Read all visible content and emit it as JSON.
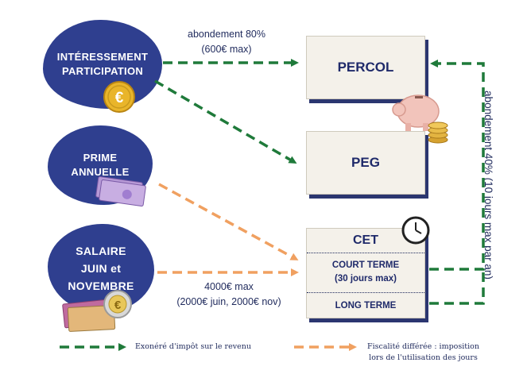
{
  "sources": {
    "interessement": {
      "line1": "INTÉRESSEMENT",
      "line2": "PARTICIPATION"
    },
    "prime": {
      "line1": "PRIME",
      "line2": "ANNUELLE"
    },
    "salaire": {
      "line1": "SALAIRE",
      "line2": "JUIN et",
      "line3": "NOVEMBRE"
    }
  },
  "targets": {
    "percol": "PERCOL",
    "peg": "PEG",
    "cet": {
      "title": "CET",
      "court_terme": "COURT TERME",
      "court_terme_detail": "(30 jours max)",
      "long_terme": "LONG TERME"
    }
  },
  "annotations": {
    "abondement_80_line1": "abondement 80%",
    "abondement_80_line2": "(600€ max)",
    "max_4000_line1": "4000€ max",
    "max_4000_line2": "(2000€ juin, 2000€ nov)",
    "abondement_40": "abondement 40% (10 jours  max par an)"
  },
  "legend": {
    "green": "Exonéré d'impôt sur le revenu",
    "orange_line1": "Fiscalité différée : imposition",
    "orange_line2": "lors de l'utilisation des jours"
  },
  "colors": {
    "navy": "#2f3f8f",
    "green_arrow": "#1f7a3a",
    "orange_arrow": "#f0a060",
    "box_bg": "#f4f1ea"
  },
  "icons": [
    "euro-coin-icon",
    "banknotes-icon",
    "piggy-bank-icon",
    "clock-icon"
  ]
}
